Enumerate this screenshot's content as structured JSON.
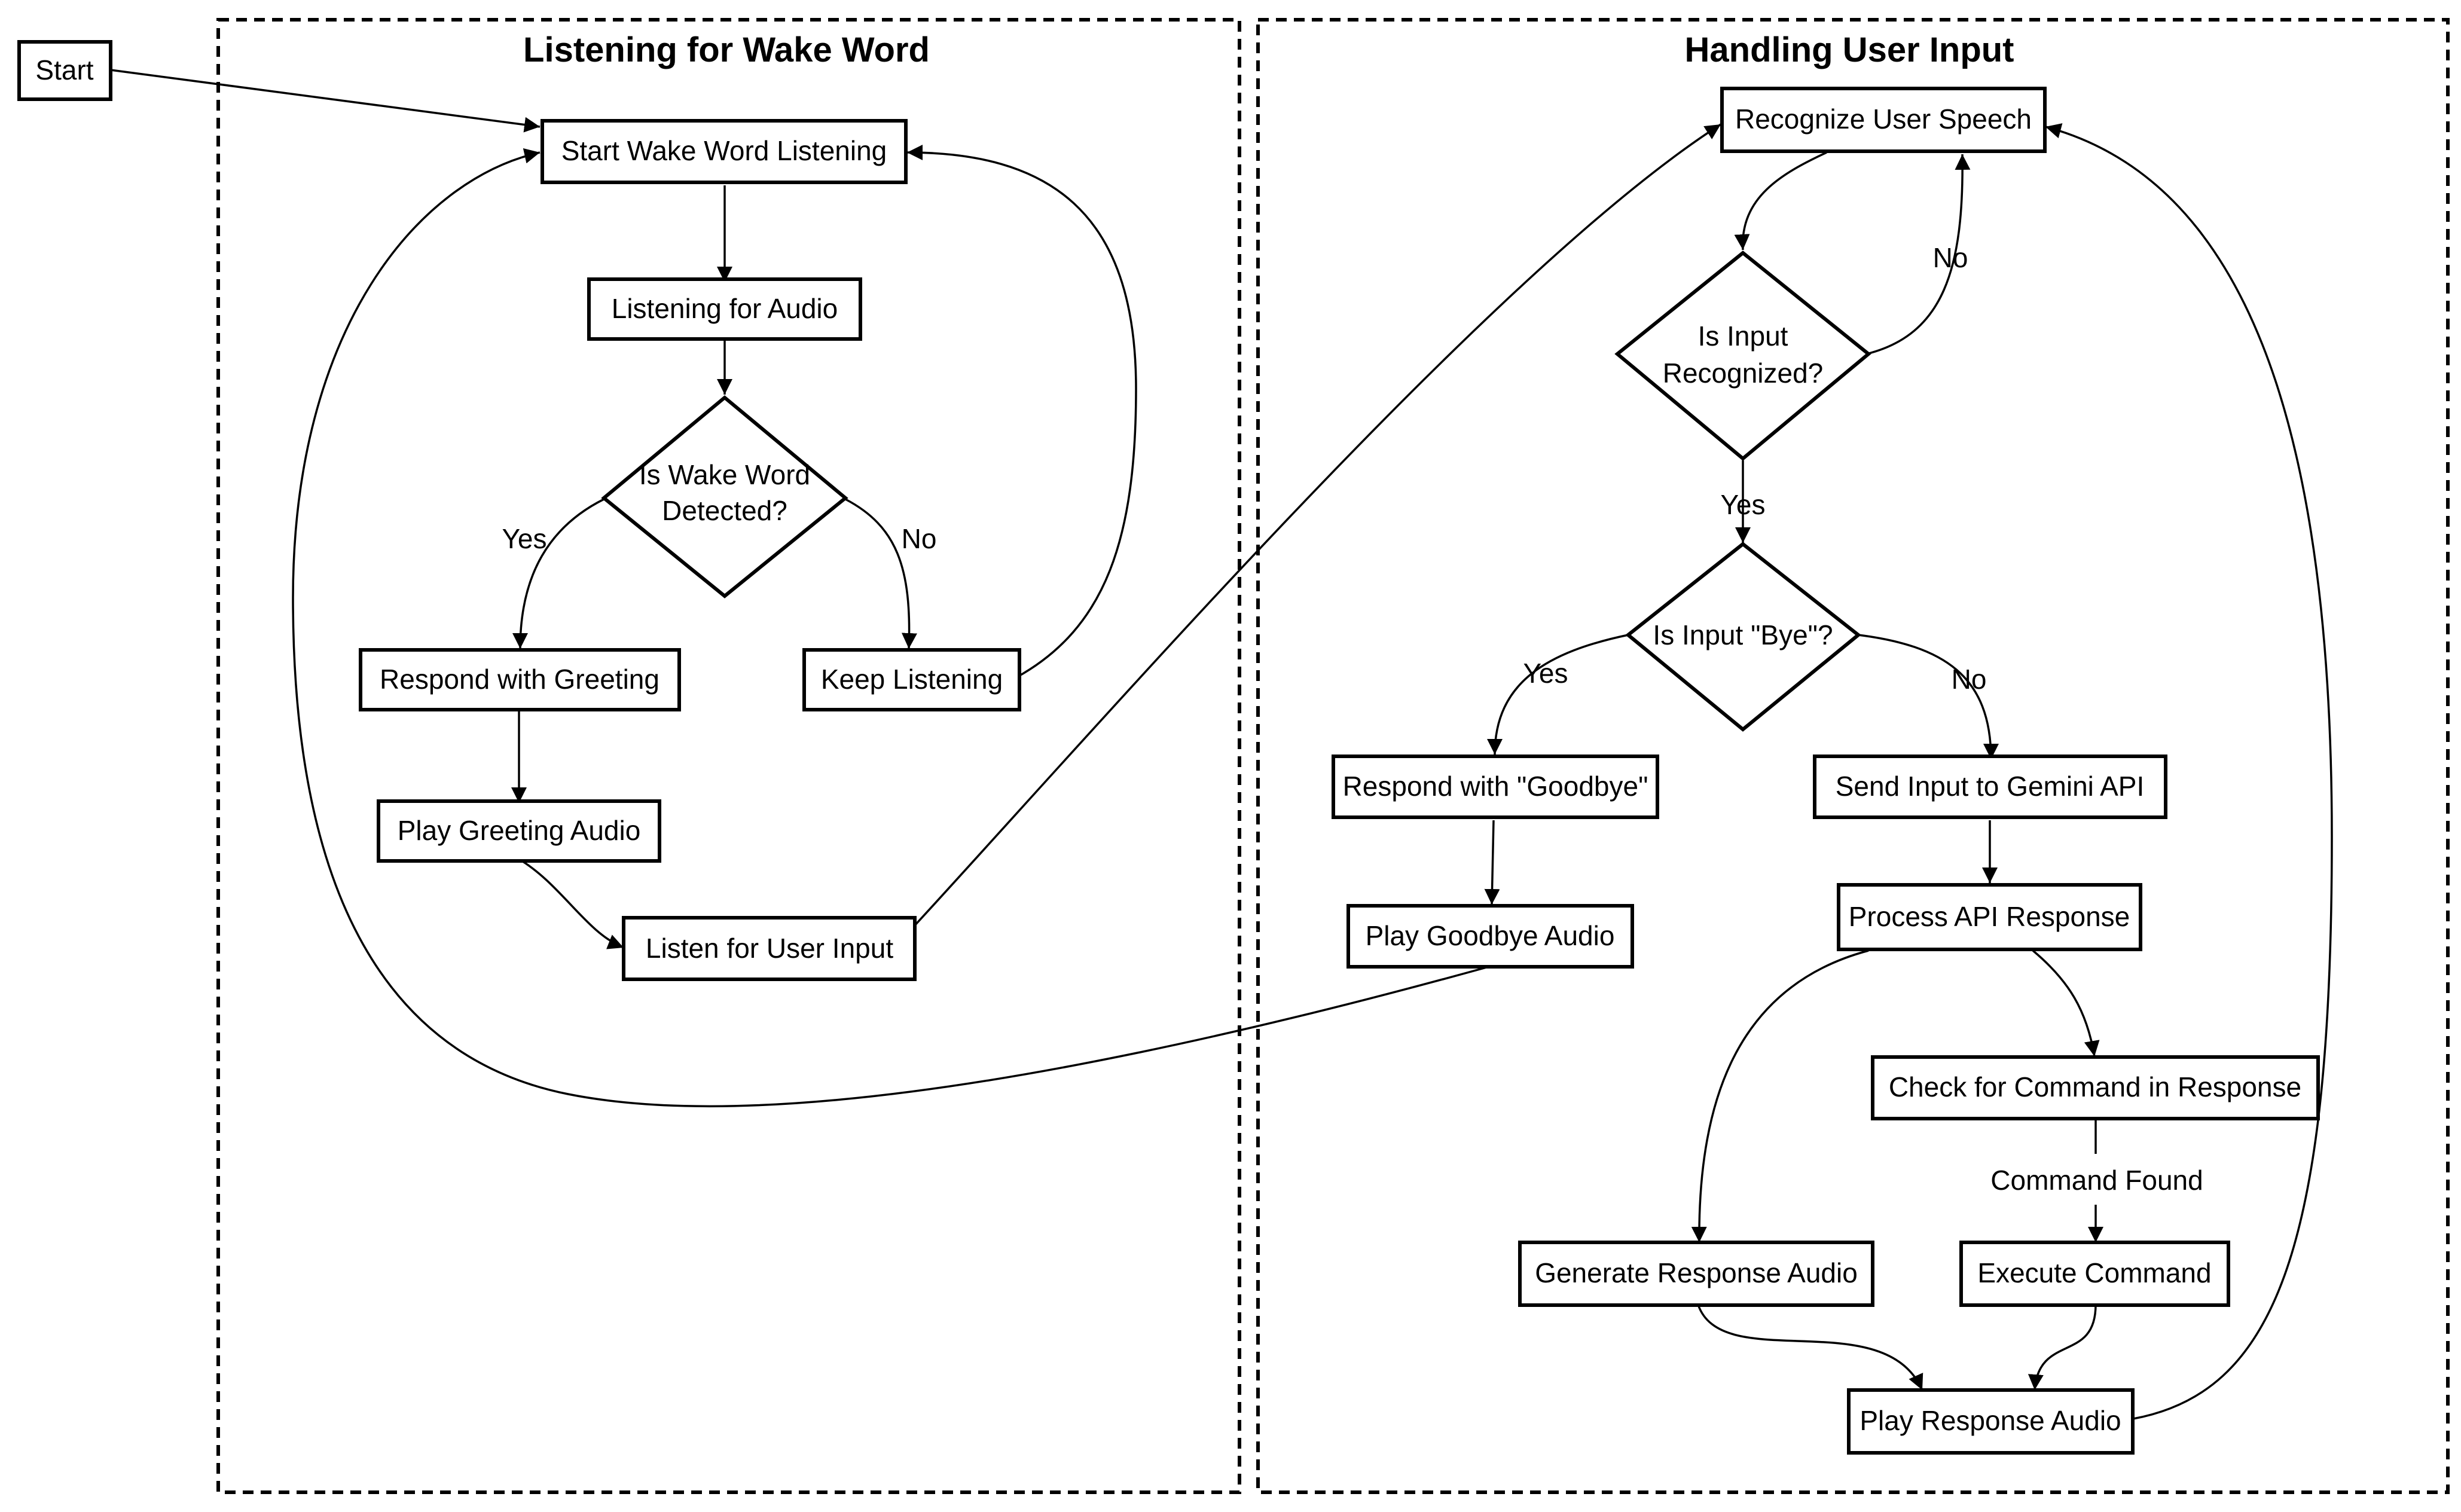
{
  "clusters": {
    "wake": {
      "title": "Listening for Wake Word"
    },
    "input": {
      "title": "Handling User Input"
    }
  },
  "nodes": {
    "start": "Start",
    "start_wake": "Start Wake Word Listening",
    "listening_audio": "Listening for Audio",
    "is_wake_line1": "Is Wake Word",
    "is_wake_line2": "Detected?",
    "respond_greeting": "Respond with Greeting",
    "keep_listening": "Keep Listening",
    "play_greeting": "Play Greeting Audio",
    "listen_input": "Listen for User Input",
    "recognize_speech": "Recognize User Speech",
    "is_recognized_line1": "Is Input",
    "is_recognized_line2": "Recognized?",
    "is_bye": "Is Input \"Bye\"?",
    "respond_goodbye": "Respond with \"Goodbye\"",
    "send_gemini": "Send Input to Gemini API",
    "play_goodbye": "Play Goodbye Audio",
    "process_api": "Process API Response",
    "check_command": "Check for Command in Response",
    "generate_audio": "Generate Response Audio",
    "execute_command": "Execute Command",
    "play_response": "Play Response Audio"
  },
  "edges": {
    "wake_yes": "Yes",
    "wake_no": "No",
    "recognized_no": "No",
    "recognized_yes": "Yes",
    "bye_yes": "Yes",
    "bye_no": "No",
    "command_found": "Command Found"
  }
}
